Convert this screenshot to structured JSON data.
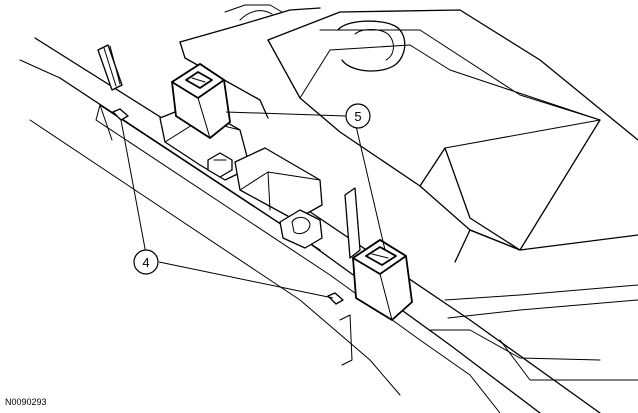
{
  "callouts": {
    "four": "4",
    "five": "5"
  },
  "reference_code": "N0090293"
}
